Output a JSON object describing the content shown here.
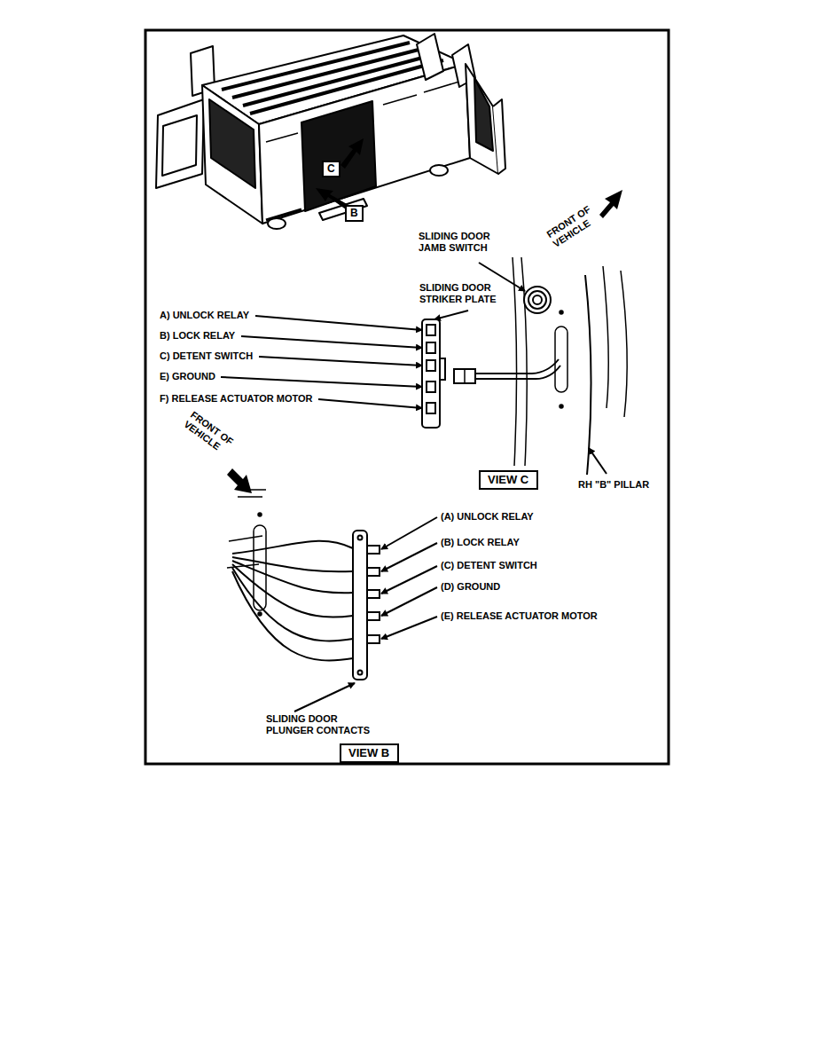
{
  "diagram": {
    "nodes": [
      {
        "text": [
          "C"
        ]
      },
      {
        "text": [
          "B"
        ]
      },
      {
        "text": [
          "VIEW C"
        ]
      },
      {
        "text": [
          "VIEW B"
        ]
      }
    ],
    "labels": [
      "SLIDING DOOR JAMB SWITCH",
      "FRONT OF VEHICLE",
      "SLIDING DOOR STRIKER PLATE",
      "A) UNLOCK RELAY",
      "B) LOCK RELAY",
      "C) DETENT SWITCH",
      "E) GROUND",
      "F) RELEASE ACTUATOR MOTOR",
      "RH \"B\" PILLAR",
      "FRONT OF VEHICLE",
      "(A) UNLOCK RELAY",
      "(B) LOCK RELAY",
      "(C) DETENT SWITCH",
      "(D) GROUND",
      "(E) RELEASE ACTUATOR MOTOR",
      "SLIDING DOOR PLUNGER CONTACTS"
    ]
  }
}
